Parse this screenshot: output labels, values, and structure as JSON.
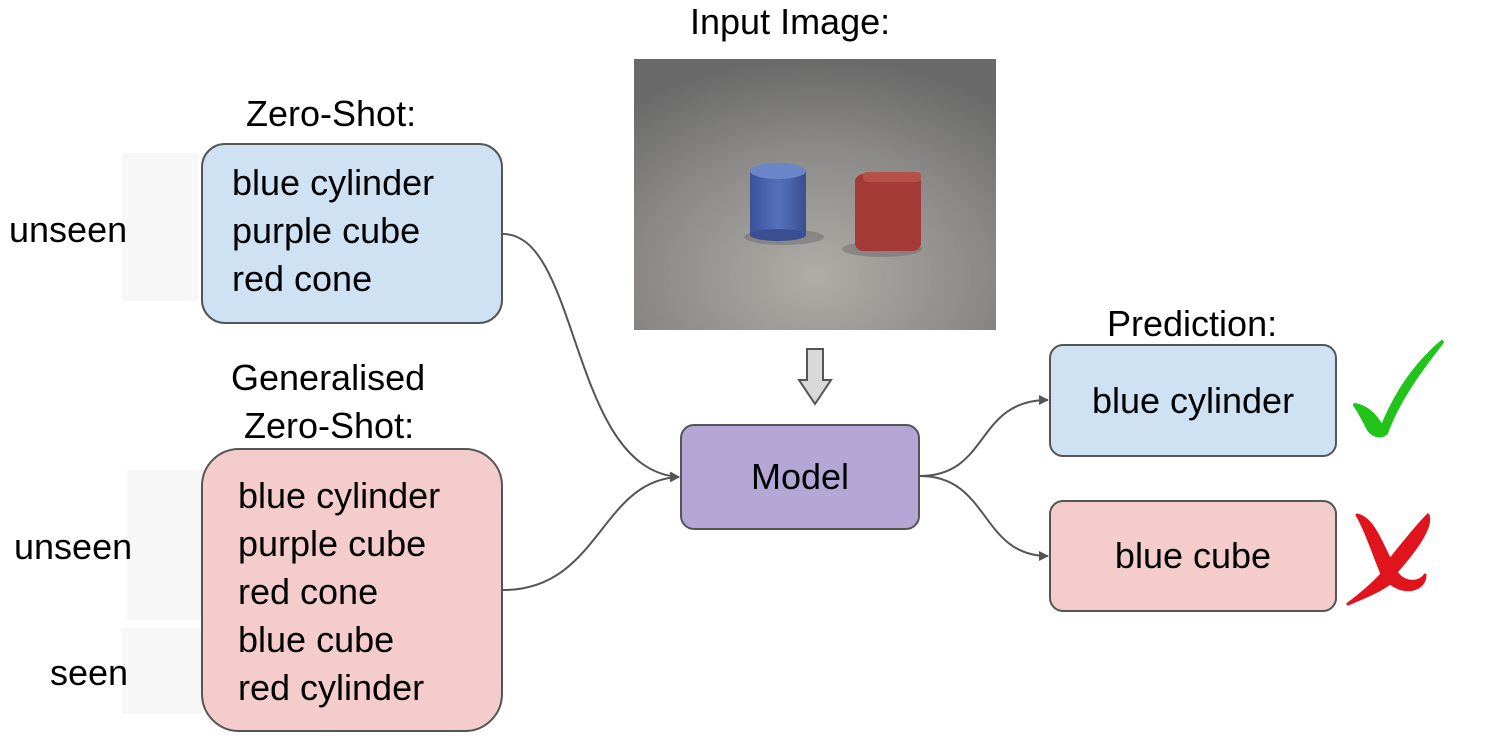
{
  "input_image": {
    "title": "Input Image:",
    "colors": {
      "background": "#7f7f7f",
      "cylinder": "#4a63a8",
      "cube": "#a33a36"
    }
  },
  "zero_shot": {
    "title": "Zero-Shot:",
    "group_label": "unseen",
    "items": [
      "blue cylinder",
      "purple cube",
      "red cone"
    ]
  },
  "generalised": {
    "title_line1": "Generalised",
    "title_line2": "Zero-Shot:",
    "unseen_label": "unseen",
    "unseen_items": [
      "blue cylinder",
      "purple cube",
      "red cone"
    ],
    "seen_label": "seen",
    "seen_items": [
      "blue cube",
      "red cylinder"
    ]
  },
  "model": {
    "label": "Model"
  },
  "prediction": {
    "title": "Prediction:",
    "correct": {
      "label": "blue cylinder",
      "mark": "check-icon",
      "color": "#22c31a"
    },
    "wrong": {
      "label": "blue cube",
      "mark": "cross-icon",
      "color": "#e0141c"
    }
  },
  "colors": {
    "blue_box": "#cfe2f3",
    "pink_box": "#f4cccc",
    "model_box": "#b4a7d6"
  }
}
